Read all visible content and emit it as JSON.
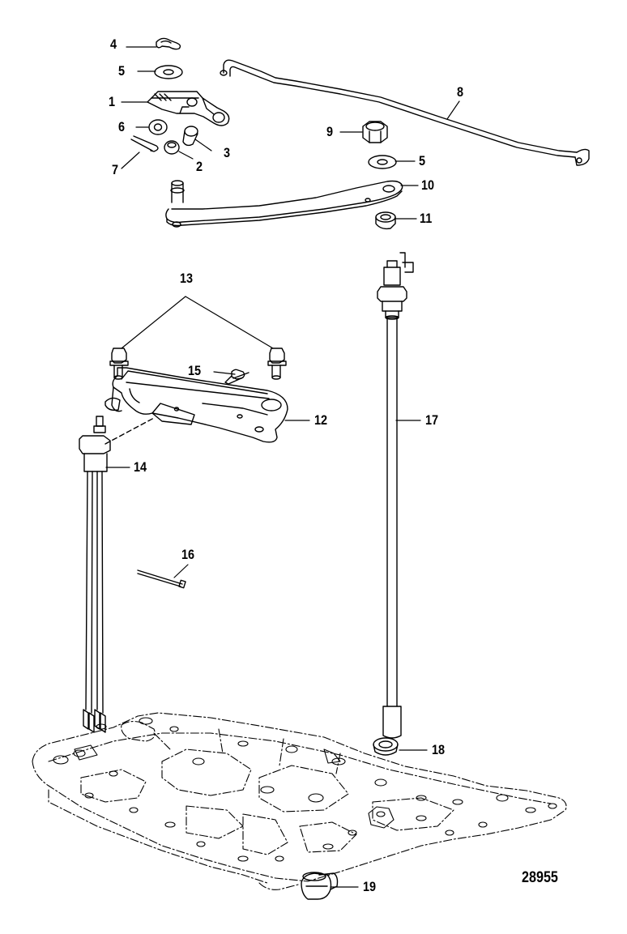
{
  "diagram": {
    "callouts": [
      "1",
      "2",
      "3",
      "4",
      "5",
      "5",
      "6",
      "7",
      "8",
      "9",
      "10",
      "11",
      "12",
      "13",
      "14",
      "15",
      "16",
      "17",
      "18",
      "19"
    ],
    "reference_number": "28955"
  }
}
